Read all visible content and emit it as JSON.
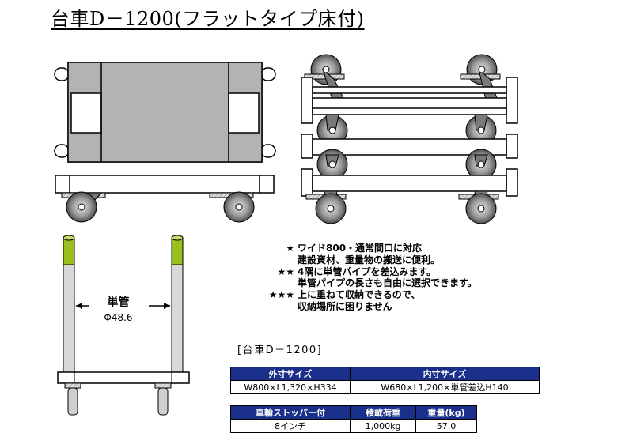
{
  "title": "台車D－1200(フラットタイプ床付)",
  "features": [
    {
      "stars": "★",
      "lines": [
        "ワイド800・通常間口に対応",
        "建設資材、重量物の搬送に便利。"
      ]
    },
    {
      "stars": "★★",
      "lines": [
        "4隅に単管パイプを差込みます。",
        "単管パイプの長さも自由に選択できます。"
      ]
    },
    {
      "stars": "★★★",
      "lines": [
        "上に重ねて収納できるので、",
        "収納場所に困りません"
      ]
    }
  ],
  "pipe": {
    "label": "単管",
    "diameter": "Φ48.6"
  },
  "spec_title": "[台車D－1200]",
  "size_table": {
    "headers": [
      "外寸サイズ",
      "内寸サイズ"
    ],
    "values": [
      "W800×L1,320×H334",
      "W680×L1,200×単管差込H140"
    ]
  },
  "weight_table": {
    "headers": [
      "車輪ストッパー付",
      "積載荷重",
      "重量(kg)"
    ],
    "values": [
      "8インチ",
      "1,000kg",
      "57.0"
    ]
  },
  "colors": {
    "header_bg": "#1a2f8a",
    "deck_gray": "#b0b0b0",
    "pipe_tip": "#9bbf1e",
    "bracket": "#7a7a7a"
  }
}
